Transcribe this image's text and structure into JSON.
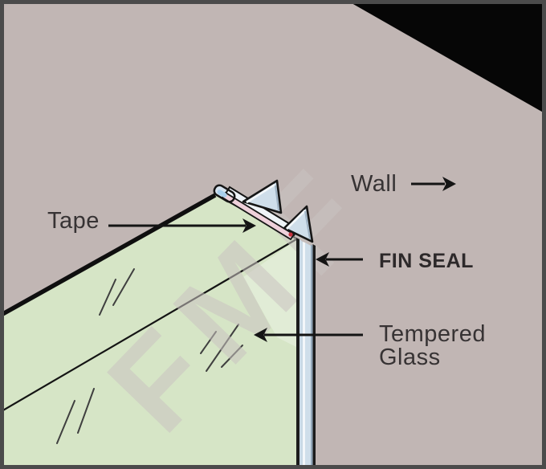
{
  "diagram": {
    "labels": {
      "tape": "Tape",
      "wall": "Wall",
      "fin_seal": "FIN SEAL",
      "tempered_glass": {
        "line1": "Tempered",
        "line2": "Glass"
      }
    },
    "watermark": "FMF",
    "colors": {
      "background_wall": "#c1b6b4",
      "corner_shadow": "#060606",
      "glass_green": "#d6e5c6",
      "seal_blue": "#cfdeea",
      "seal_highlight": "#f3f7fa",
      "seal_shadow": "#93a8ba",
      "cap_sky_blue": "#a9cfec",
      "tape_pink": "#eed0da",
      "tape_red_dot": "#c5303c",
      "outline": "#161616",
      "text": "#373334",
      "frame_border": "#4b4b4b"
    }
  }
}
